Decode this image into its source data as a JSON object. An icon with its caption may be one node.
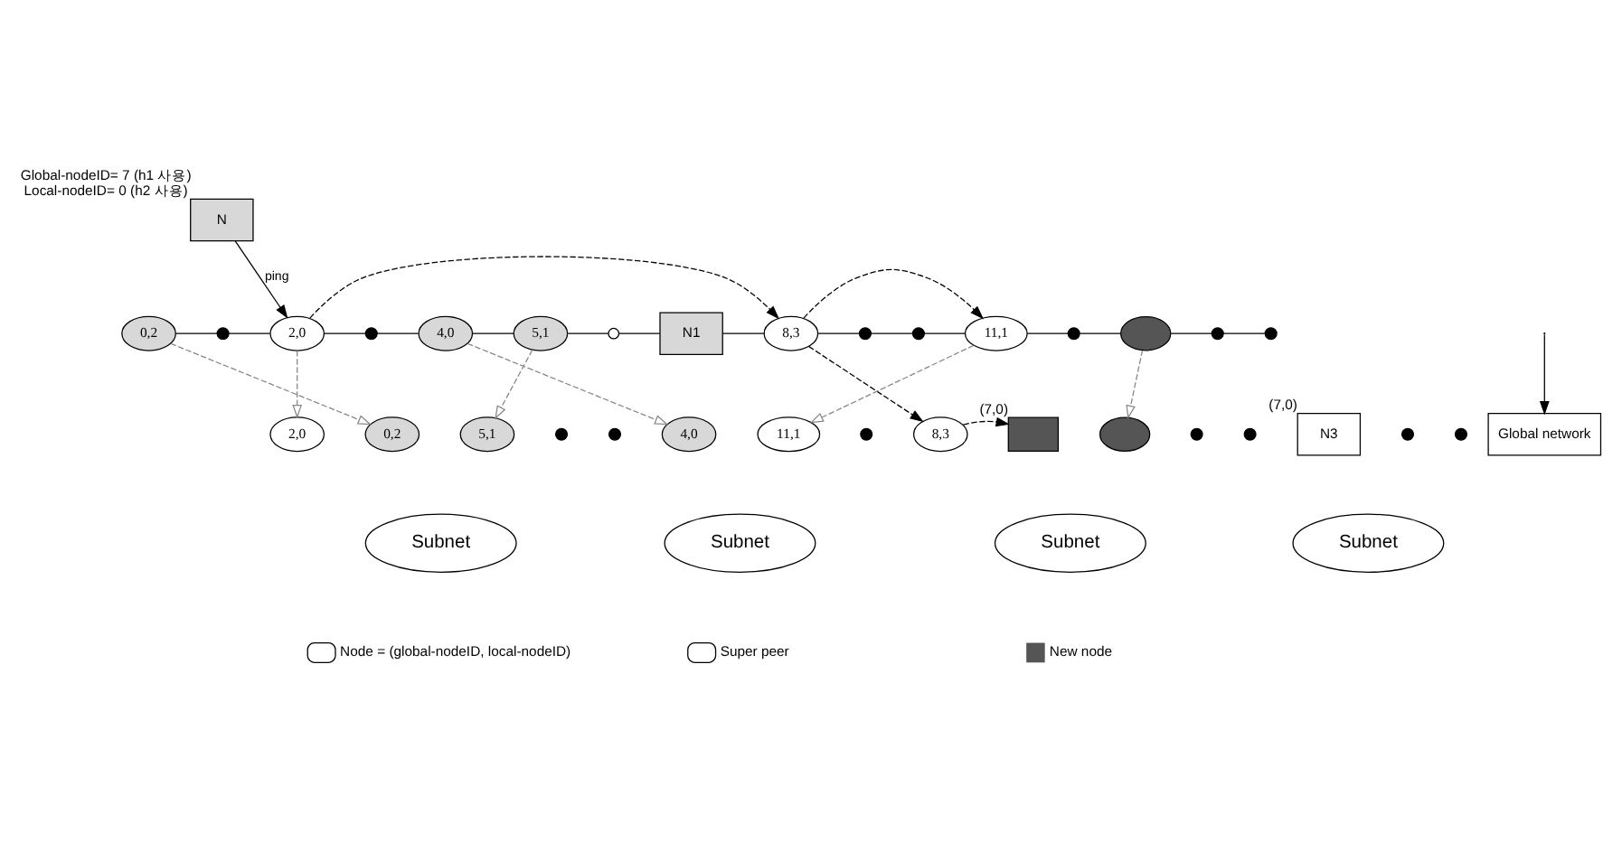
{
  "diagram": {
    "nodes": [
      {
        "text": [
          "N"
        ],
        "beside": [
          "Global-nodeID= 7 (h1 사용)",
          "Local-nodeID= 0 (h2 사용)"
        ]
      },
      {
        "text": [
          "0,2"
        ]
      },
      {
        "text": [],
        "shape": "circle"
      },
      {
        "text": [
          "2,0"
        ]
      },
      {
        "text": [],
        "shape": "circle"
      },
      {
        "text": [
          "4,0"
        ]
      },
      {
        "text": [
          "5,1"
        ]
      },
      {
        "text": [],
        "shape": "circle"
      },
      {
        "text": [
          "N1"
        ]
      },
      {
        "text": [
          "8,3"
        ]
      },
      {
        "text": [],
        "shape": "circle"
      },
      {
        "text": [],
        "shape": "circle"
      },
      {
        "text": [
          "11,1"
        ]
      },
      {
        "text": [],
        "shape": "circle"
      },
      {
        "text": [],
        "shape": "ellipse"
      },
      {
        "text": [],
        "shape": "circle"
      },
      {
        "text": [],
        "shape": "circle"
      },
      {
        "text": [
          "Global network"
        ]
      },
      {
        "text": [
          "Subnet"
        ]
      },
      {
        "text": [
          "0,2"
        ]
      },
      {
        "text": [
          "2,0"
        ]
      },
      {
        "text": [
          "5,1"
        ]
      },
      {
        "text": [],
        "shape": "circle"
      },
      {
        "text": [
          "Subnet"
        ]
      },
      {
        "text": [],
        "shape": "circle"
      },
      {
        "text": [
          "4,0"
        ]
      },
      {
        "text": [
          "11,1"
        ]
      },
      {
        "text": [],
        "shape": "circle"
      },
      {
        "text": [
          "Subnet"
        ]
      },
      {
        "text": [
          "8,3"
        ]
      },
      {
        "text": [],
        "shape": "box",
        "beside": [
          "(7,0)"
        ]
      },
      {
        "text": [],
        "shape": "ellipse"
      },
      {
        "text": [],
        "shape": "circle"
      },
      {
        "text": [
          "Subnet"
        ]
      },
      {
        "text": [],
        "shape": "circle"
      },
      {
        "text": [
          "N3"
        ],
        "beside": [
          "(7,0)"
        ]
      },
      {
        "text": [],
        "shape": "circle"
      },
      {
        "text": [],
        "shape": "circle"
      }
    ],
    "edges": [
      {
        "from": 1,
        "to": 2,
        "arrow": "none"
      },
      {
        "from": 2,
        "to": 3,
        "arrow": "none"
      },
      {
        "from": 3,
        "to": 4,
        "arrow": "none"
      },
      {
        "from": 4,
        "to": 5,
        "arrow": "none"
      },
      {
        "from": 5,
        "to": 6,
        "arrow": "none"
      },
      {
        "from": 6,
        "to": 7,
        "arrow": "none"
      },
      {
        "from": 7,
        "to": 8,
        "arrow": "none"
      },
      {
        "from": 8,
        "to": 9,
        "arrow": "none"
      },
      {
        "from": 9,
        "to": 10,
        "arrow": "none"
      },
      {
        "from": 10,
        "to": 11,
        "arrow": "none"
      },
      {
        "from": 11,
        "to": 12,
        "arrow": "none"
      },
      {
        "from": 12,
        "to": 13,
        "arrow": "none"
      },
      {
        "from": 13,
        "to": 14,
        "arrow": "none"
      },
      {
        "from": 14,
        "to": 15,
        "arrow": "none"
      },
      {
        "from": 15,
        "to": 16,
        "arrow": "none"
      },
      {
        "from": null,
        "to": 17,
        "arrow": "to"
      },
      {
        "from": 0,
        "to": 3,
        "arrow": "to",
        "label": "ping"
      },
      {
        "from": 3,
        "to": 9,
        "arrow": "to",
        "style": "dashed"
      },
      {
        "from": 9,
        "to": 12,
        "arrow": "to",
        "style": "dashed"
      },
      {
        "from": 9,
        "to": 29,
        "arrow": "to",
        "style": "dashed"
      },
      {
        "from": 29,
        "to": 30,
        "arrow": "to",
        "style": "dashed"
      },
      {
        "from": 1,
        "to": 19,
        "arrow": "to",
        "style": "dashed",
        "color": "#888888"
      },
      {
        "from": 3,
        "to": 20,
        "arrow": "to",
        "style": "dashed",
        "color": "#888888"
      },
      {
        "from": 6,
        "to": 21,
        "arrow": "to",
        "style": "dashed",
        "color": "#888888"
      },
      {
        "from": 5,
        "to": 25,
        "arrow": "to",
        "style": "dashed",
        "color": "#888888"
      },
      {
        "from": 12,
        "to": 26,
        "arrow": "to",
        "style": "dashed",
        "color": "#888888"
      },
      {
        "from": 14,
        "to": 31,
        "arrow": "to",
        "style": "dashed",
        "color": "#888888"
      }
    ],
    "legend": [
      {
        "text": "Node = (global-nodeID, local-nodeID)"
      },
      {
        "text": "Super peer"
      },
      {
        "text": "New node",
        "color": "#555555"
      }
    ]
  }
}
